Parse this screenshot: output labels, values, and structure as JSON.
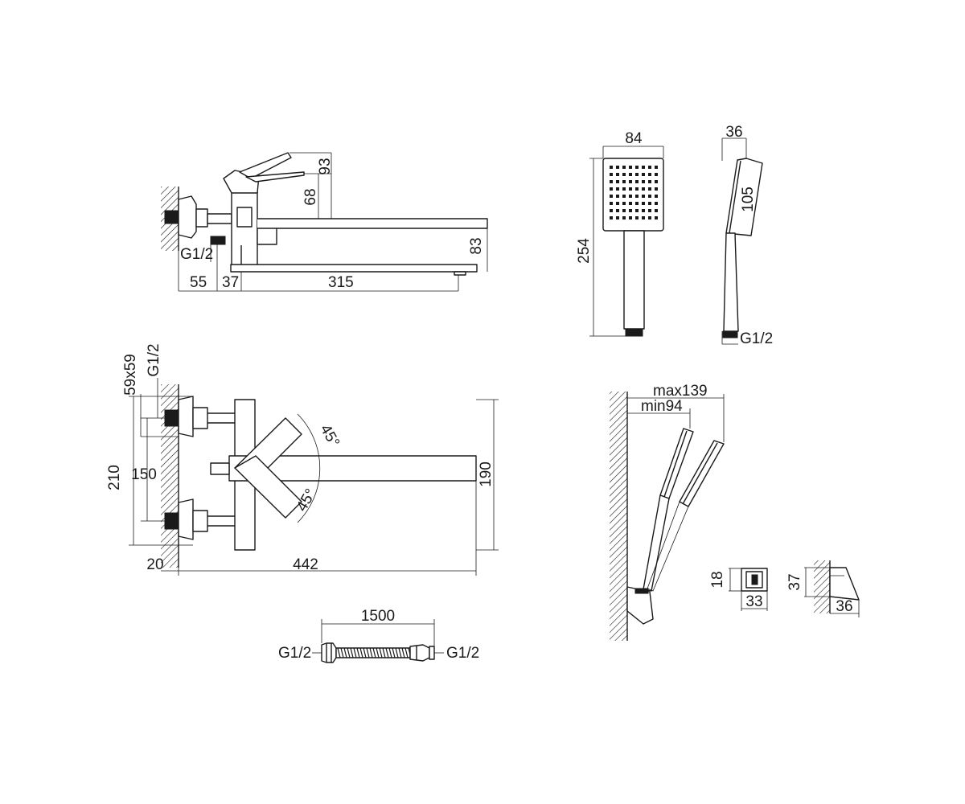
{
  "side_view": {
    "height_93": "93",
    "height_68": "68",
    "height_83": "83",
    "thread": "G1/2",
    "len_55": "55",
    "len_37": "37",
    "len_315": "315"
  },
  "hand_shower_front": {
    "width": "84",
    "length": "254"
  },
  "hand_shower_side": {
    "depth": "36",
    "head_len": "105",
    "thread": "G1/2"
  },
  "top_view": {
    "flange": "59x59",
    "thread": "G1/2",
    "height_210": "210",
    "spacing": "150",
    "angle_upper": "45°",
    "angle_lower": "45°",
    "height_190": "190",
    "offset": "20",
    "length": "442"
  },
  "holder_view": {
    "max": "max139",
    "min": "min94"
  },
  "bracket_front": {
    "height": "18",
    "width": "33"
  },
  "bracket_side": {
    "height": "37",
    "depth": "36"
  },
  "hose": {
    "length": "1500",
    "thread_left": "G1/2",
    "thread_right": "G1/2"
  }
}
